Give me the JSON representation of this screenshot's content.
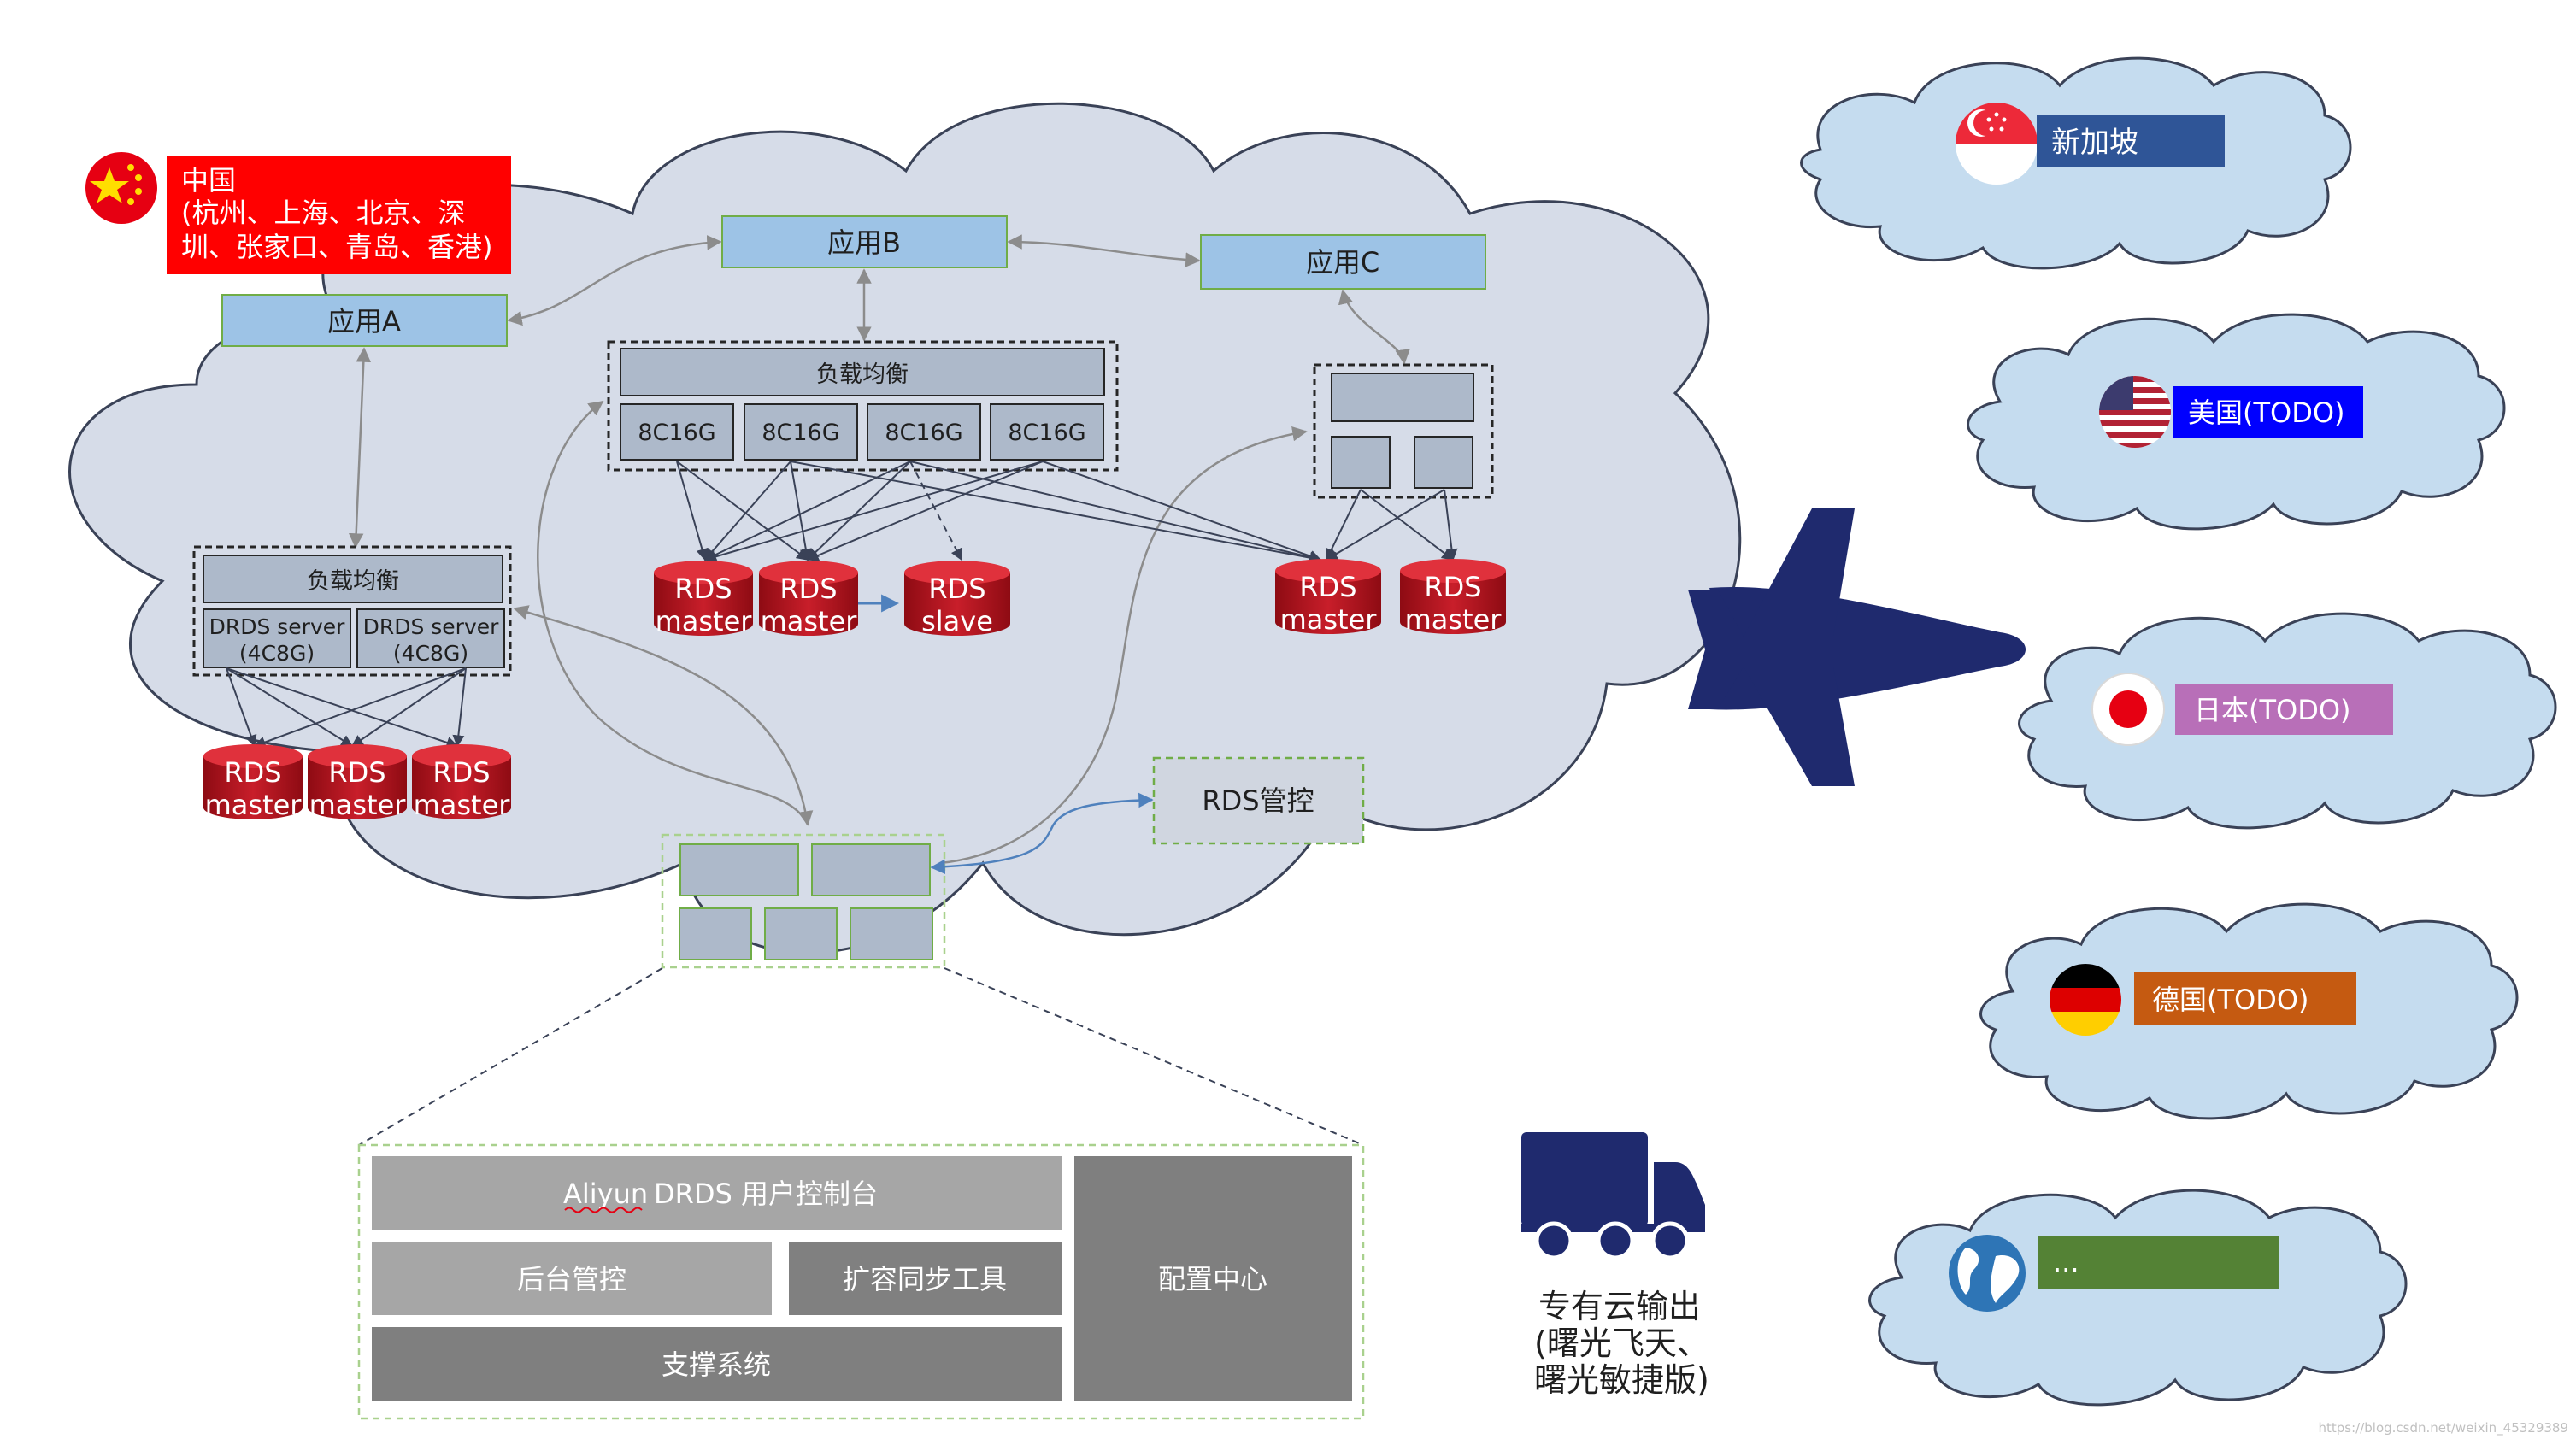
{
  "china": {
    "title": "中国",
    "line1": "(杭州、上海、北京、深",
    "line2": "圳、张家口、青岛、香港)"
  },
  "apps": {
    "a": "应用A",
    "b": "应用B",
    "c": "应用C"
  },
  "lb": {
    "label": "负载均衡"
  },
  "spec_8c16g": "8C16G",
  "drds": {
    "line1": "DRDS server",
    "line2": "(4C8G)"
  },
  "rds": {
    "name": "RDS",
    "master": "master",
    "slave": "slave",
    "control": "RDS管控"
  },
  "console": {
    "aliyun": "Aliyun",
    "user_console": "DRDS 用户控制台",
    "backend": "后台管控",
    "scaling": "扩容同步工具",
    "support": "支撑系统",
    "config": "配置中心"
  },
  "private_cloud": {
    "line1": "专有云输出",
    "line2": "(曙光飞天、",
    "line3": "曙光敏捷版)"
  },
  "regions": [
    {
      "label": "新加坡",
      "color": "#2f5597"
    },
    {
      "label": "美国(TODO)",
      "color": "#0000ff"
    },
    {
      "label": "日本(TODO)",
      "color": "#b86fb8"
    },
    {
      "label": "德国(TODO)",
      "color": "#c55a11"
    },
    {
      "label": "...",
      "color": "#548235"
    }
  ],
  "watermark": "https://blog.csdn.net/weixin_45329389"
}
